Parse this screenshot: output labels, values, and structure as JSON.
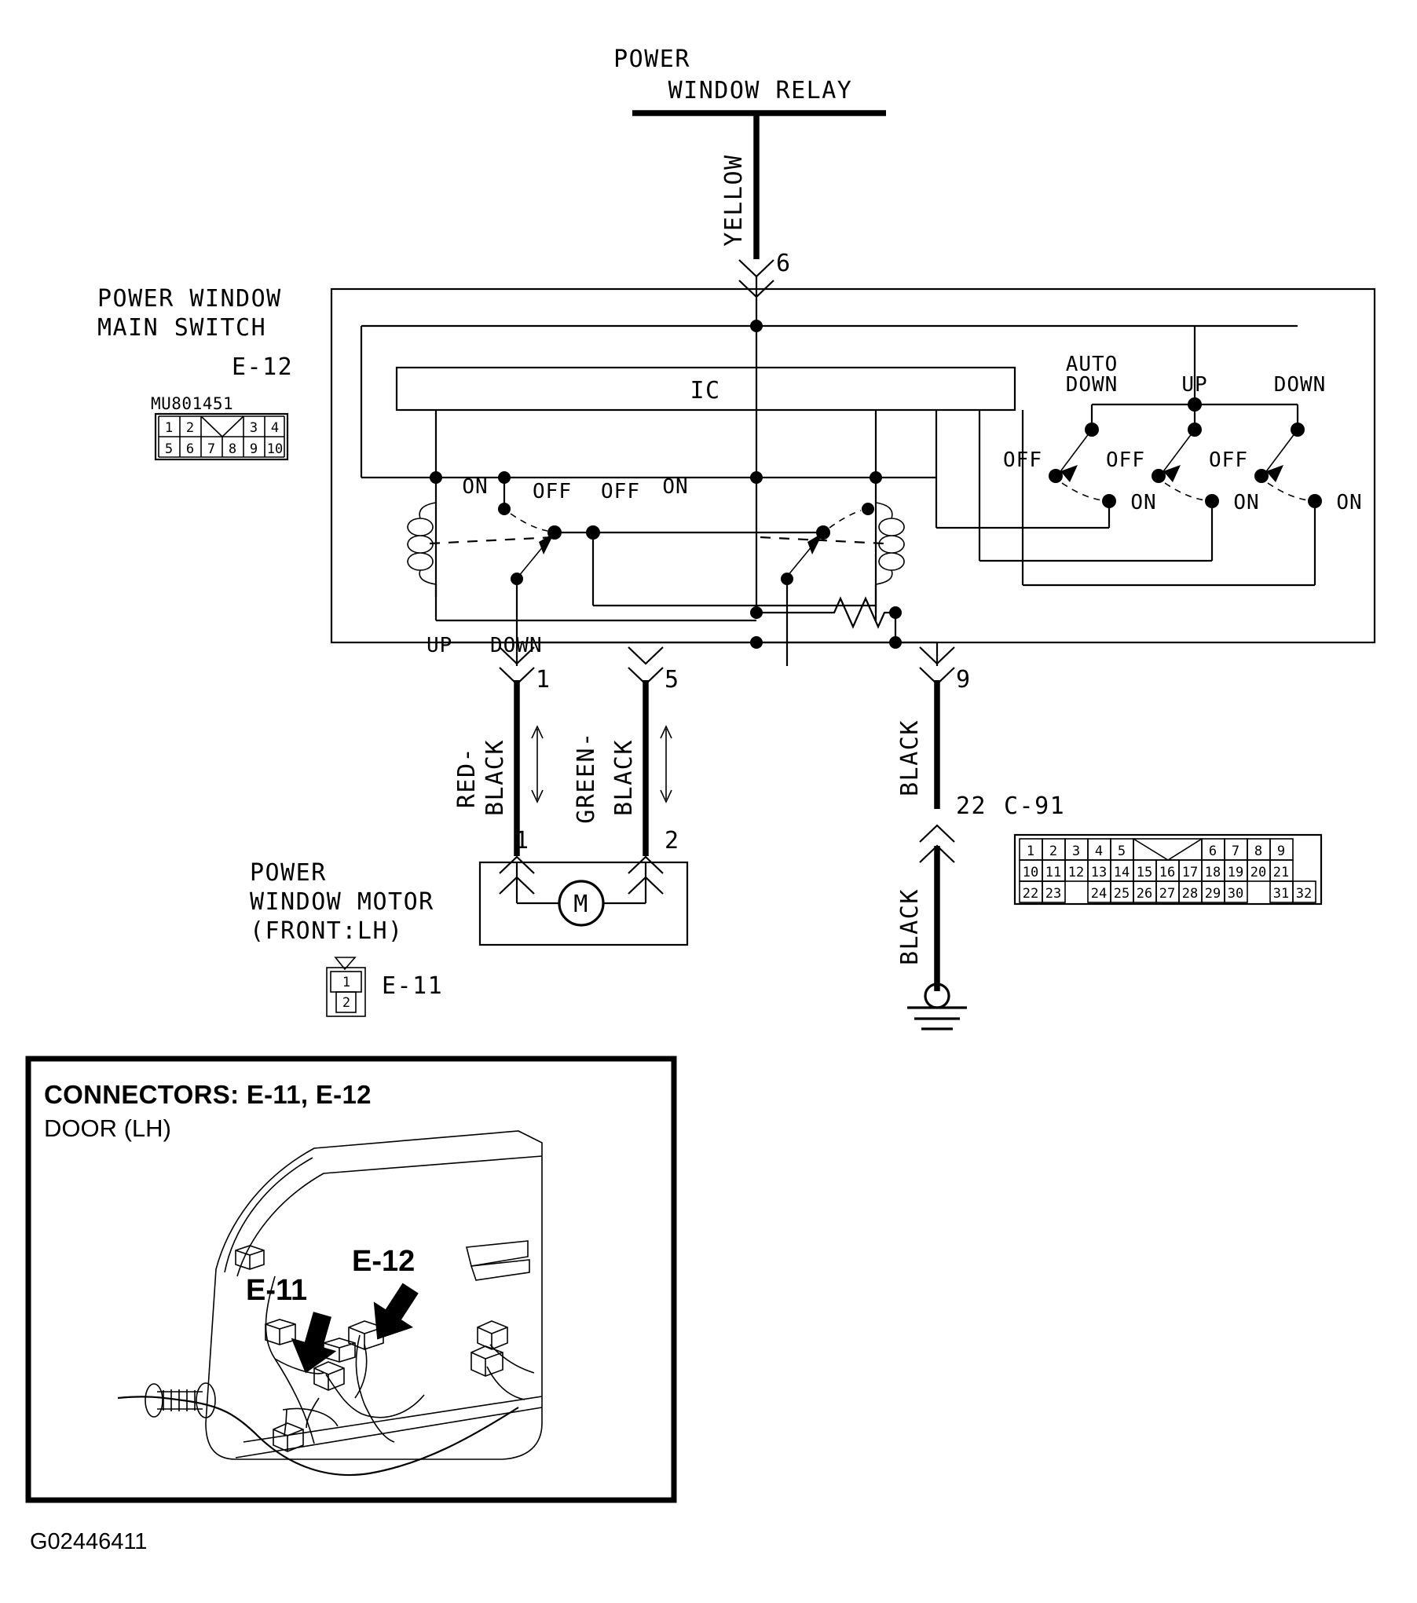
{
  "diagram": {
    "code": "G02446411",
    "top_source": {
      "line1": "POWER",
      "line2": "WINDOW RELAY"
    },
    "main_switch": {
      "title_line1": "POWER WINDOW",
      "title_line2": "MAIN SWITCH",
      "connector_id": "E-12",
      "part_number": "MU801451",
      "ic_label": "IC",
      "connector_pins_row1": [
        "1",
        "2",
        "",
        "3",
        "4"
      ],
      "connector_pins_row2": [
        "5",
        "6",
        "7",
        "8",
        "9",
        "10"
      ],
      "pin_6": "6",
      "pin_9": "9",
      "pin_1": "1",
      "pin_5": "5",
      "relay_contacts": {
        "left_on": "ON",
        "left_off": "OFF",
        "right_off": "OFF",
        "right_on": "ON",
        "up": "UP",
        "down": "DOWN"
      },
      "switches": [
        {
          "name": "AUTO DOWN",
          "label_line1": "AUTO",
          "label_line2": "DOWN",
          "off": "OFF",
          "on": "ON"
        },
        {
          "name": "UP",
          "label_line1": "UP",
          "label_line2": "",
          "off": "OFF",
          "on": "ON"
        },
        {
          "name": "DOWN",
          "label_line1": "DOWN",
          "label_line2": "",
          "off": "OFF",
          "on": "ON"
        }
      ]
    },
    "wires": [
      {
        "name": "yellow-wire",
        "color": "YELLOW",
        "pin": "6"
      },
      {
        "name": "red-black-wire",
        "color_line1": "RED-",
        "color_line2": "BLACK",
        "pin_top": "1",
        "pin_bottom": "1"
      },
      {
        "name": "green-black-wire",
        "color_line1": "GREEN-",
        "color_line2": "BLACK",
        "pin_top": "5",
        "pin_bottom": "2"
      },
      {
        "name": "black-wire-upper",
        "color": "BLACK",
        "pin": "9"
      },
      {
        "name": "black-wire-lower",
        "color": "BLACK",
        "pin": "22",
        "connector": "C-91"
      }
    ],
    "motor": {
      "title_line1": "POWER",
      "title_line2": "WINDOW MOTOR",
      "title_line3": "(FRONT:LH)",
      "connector_id": "E-11",
      "symbol": "M",
      "connector_pins": [
        "1",
        "2"
      ],
      "terminal_1": "1",
      "terminal_2": "2"
    },
    "c91": {
      "pin_ref": "22",
      "connector_id": "C-91",
      "row1": [
        "1",
        "2",
        "3",
        "4",
        "5",
        "",
        "6",
        "7",
        "8",
        "9"
      ],
      "row2": [
        "10",
        "11",
        "12",
        "13",
        "14",
        "15",
        "16",
        "17",
        "18",
        "19",
        "20",
        "21"
      ],
      "row3": [
        "22",
        "23",
        "",
        "24",
        "25",
        "26",
        "27",
        "28",
        "29",
        "30",
        "",
        "31",
        "32"
      ]
    },
    "connector_box": {
      "title": "CONNECTORS: E-11, E-12",
      "subtitle": "DOOR (LH)",
      "callout_1": "E-11",
      "callout_2": "E-12"
    }
  }
}
